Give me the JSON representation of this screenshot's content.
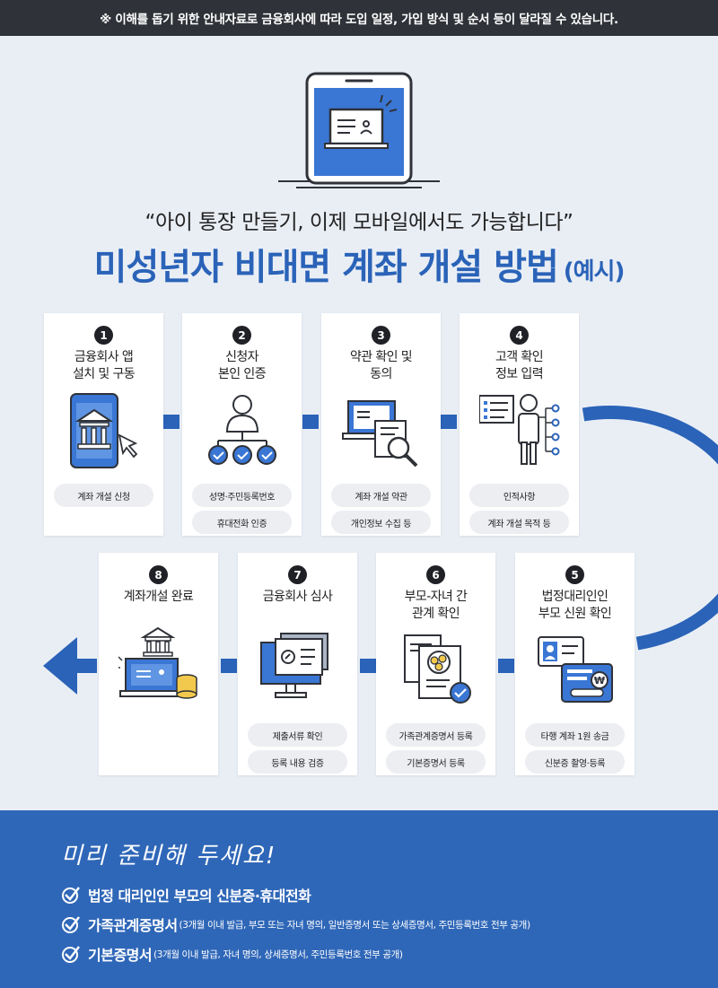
{
  "notice": "※ 이해를 돕기 위한 안내자료로 금융회사에 따라 도입 일정, 가입 방식 및 순서 등이 달라질 수 있습니다.",
  "quote": "“아이 통장 만들기, 이제 모바일에서도 가능합니다”",
  "title": "미성년자 비대면 계좌 개설 방법",
  "title_suffix": "(예시)",
  "colors": {
    "accent": "#2a63b8",
    "dark": "#2f3238",
    "bottom": "#2f67b8"
  },
  "steps": [
    {
      "num": "1",
      "title": [
        "금융회사 앱",
        "설치 및 구동"
      ],
      "icon": "bank-phone-icon",
      "pills": [
        "계좌 개설 신청"
      ]
    },
    {
      "num": "2",
      "title": [
        "신청자",
        "본인 인증"
      ],
      "icon": "person-check-icon",
      "pills": [
        "성명·주민등록번호",
        "휴대전화 인증"
      ]
    },
    {
      "num": "3",
      "title": [
        "약관 확인 및",
        "동의"
      ],
      "icon": "document-search-icon",
      "pills": [
        "계좌 개설 약관",
        "개인정보 수집 등"
      ]
    },
    {
      "num": "4",
      "title": [
        "고객 확인",
        "정보 입력"
      ],
      "icon": "form-person-icon",
      "pills": [
        "인적사항",
        "계좌 개설 목적 등"
      ]
    },
    {
      "num": "5",
      "title": [
        "법정대리인인",
        "부모 신원 확인"
      ],
      "icon": "id-card-icon",
      "pills": [
        "타행 계좌 1원 송금",
        "신분증 촬영·등록"
      ]
    },
    {
      "num": "6",
      "title": [
        "부모-자녀 간",
        "관계 확인"
      ],
      "icon": "family-document-icon",
      "pills": [
        "가족관계증명서 등록",
        "기본증명서 등록"
      ]
    },
    {
      "num": "7",
      "title": [
        "금융회사 심사"
      ],
      "icon": "monitor-review-icon",
      "pills": [
        "제출서류 확인",
        "등록 내용 검증"
      ]
    },
    {
      "num": "8",
      "title": [
        "계좌개설 완료"
      ],
      "icon": "laptop-bank-coins-icon",
      "pills": []
    }
  ],
  "ready": {
    "heading": "미리 준비해 두세요!",
    "items": [
      {
        "strong": "법정 대리인인 부모의 신분증·휴대전화",
        "small": ""
      },
      {
        "strong": "가족관계증명서",
        "small": "(3개월 이내 발급, 부모 또는 자녀 명의, 일반증명서 또는 상세증명서, 주민등록번호 전부 공개)"
      },
      {
        "strong": "기본증명서",
        "small": "(3개월 이내 발급, 자녀 명의, 상세증명서, 주민등록번호 전부 공개)"
      }
    ]
  }
}
